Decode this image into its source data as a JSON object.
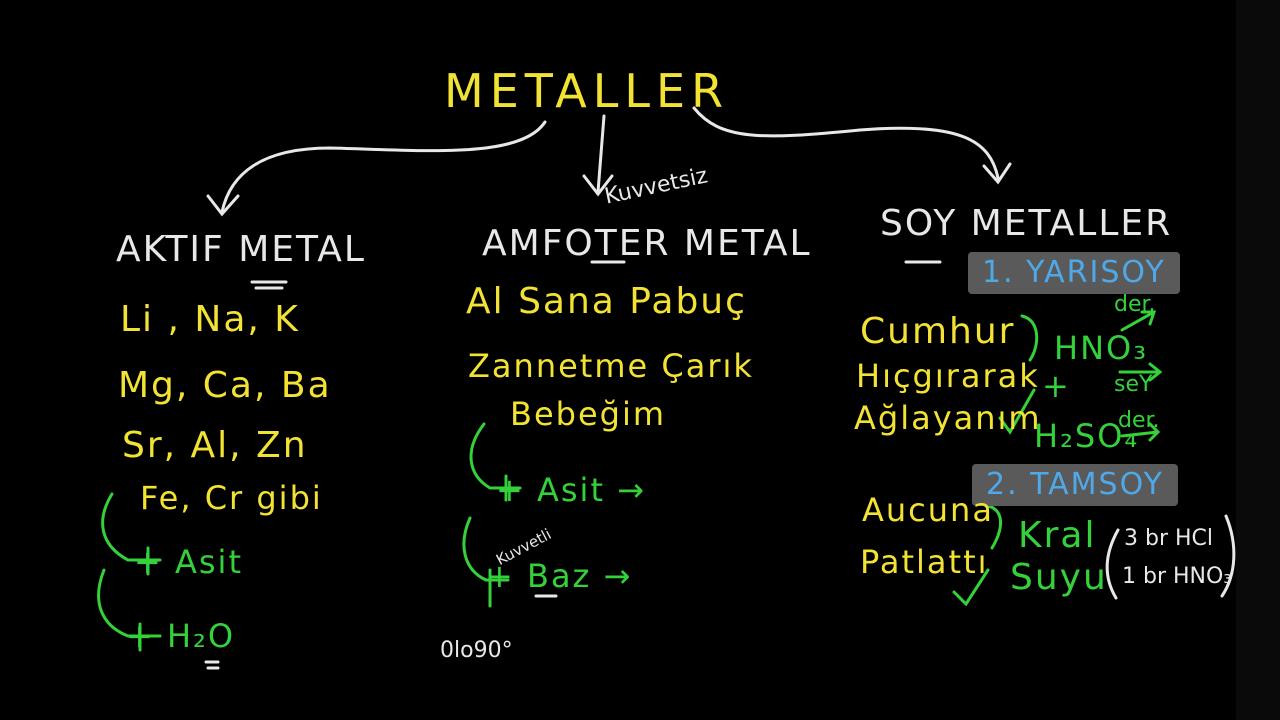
{
  "colors": {
    "yellow": "#f2e233",
    "white": "#e8e8e8",
    "green": "#34d13a",
    "cyan": "#5bd6c8",
    "tag_bg": "#5a5a5a",
    "tag_text": "#4fa8e8",
    "background": "#000000"
  },
  "title": "METALLER",
  "columns": {
    "aktif": {
      "heading": "AKTIF METAL",
      "lines": [
        "Li , Na, K",
        "Mg, Ca, Ba",
        "Sr, Al, Zn",
        "Fe, Cr gibi"
      ],
      "reactions": [
        "+ Asit",
        "+ H₂O"
      ]
    },
    "amfoter": {
      "annotation": "Kuvvetsiz",
      "heading": "AMFOTER METAL",
      "mnemonic_1": "Al Sana Pabuç",
      "mnemonic_2": "Zannetme Çarık",
      "mnemonic_3": "Bebeğim",
      "reactions": [
        "+ Asit →",
        "+ Baz →"
      ],
      "baz_annotation": "Kuvvetli",
      "bottom_note": "0lo90°"
    },
    "soy": {
      "heading": "SOY METALLER",
      "tag_1": "1. YARISOY",
      "yari_mnemonic": [
        "Cumhur",
        "Hıçgırarak",
        "Ağlayanım"
      ],
      "acid_hno3": "HNO₃",
      "acid_h2so4": "H₂SO₄",
      "plus": "+",
      "side_labels": [
        "der.",
        "seY",
        "der."
      ],
      "tag_2": "2. TAMSOY",
      "tam_mnemonic": [
        "Aucuna",
        "Patlattı"
      ],
      "kral": "Kral",
      "suyu": "Suyu",
      "mix": [
        "3 br HCl",
        "1 br HNO₃"
      ]
    }
  }
}
